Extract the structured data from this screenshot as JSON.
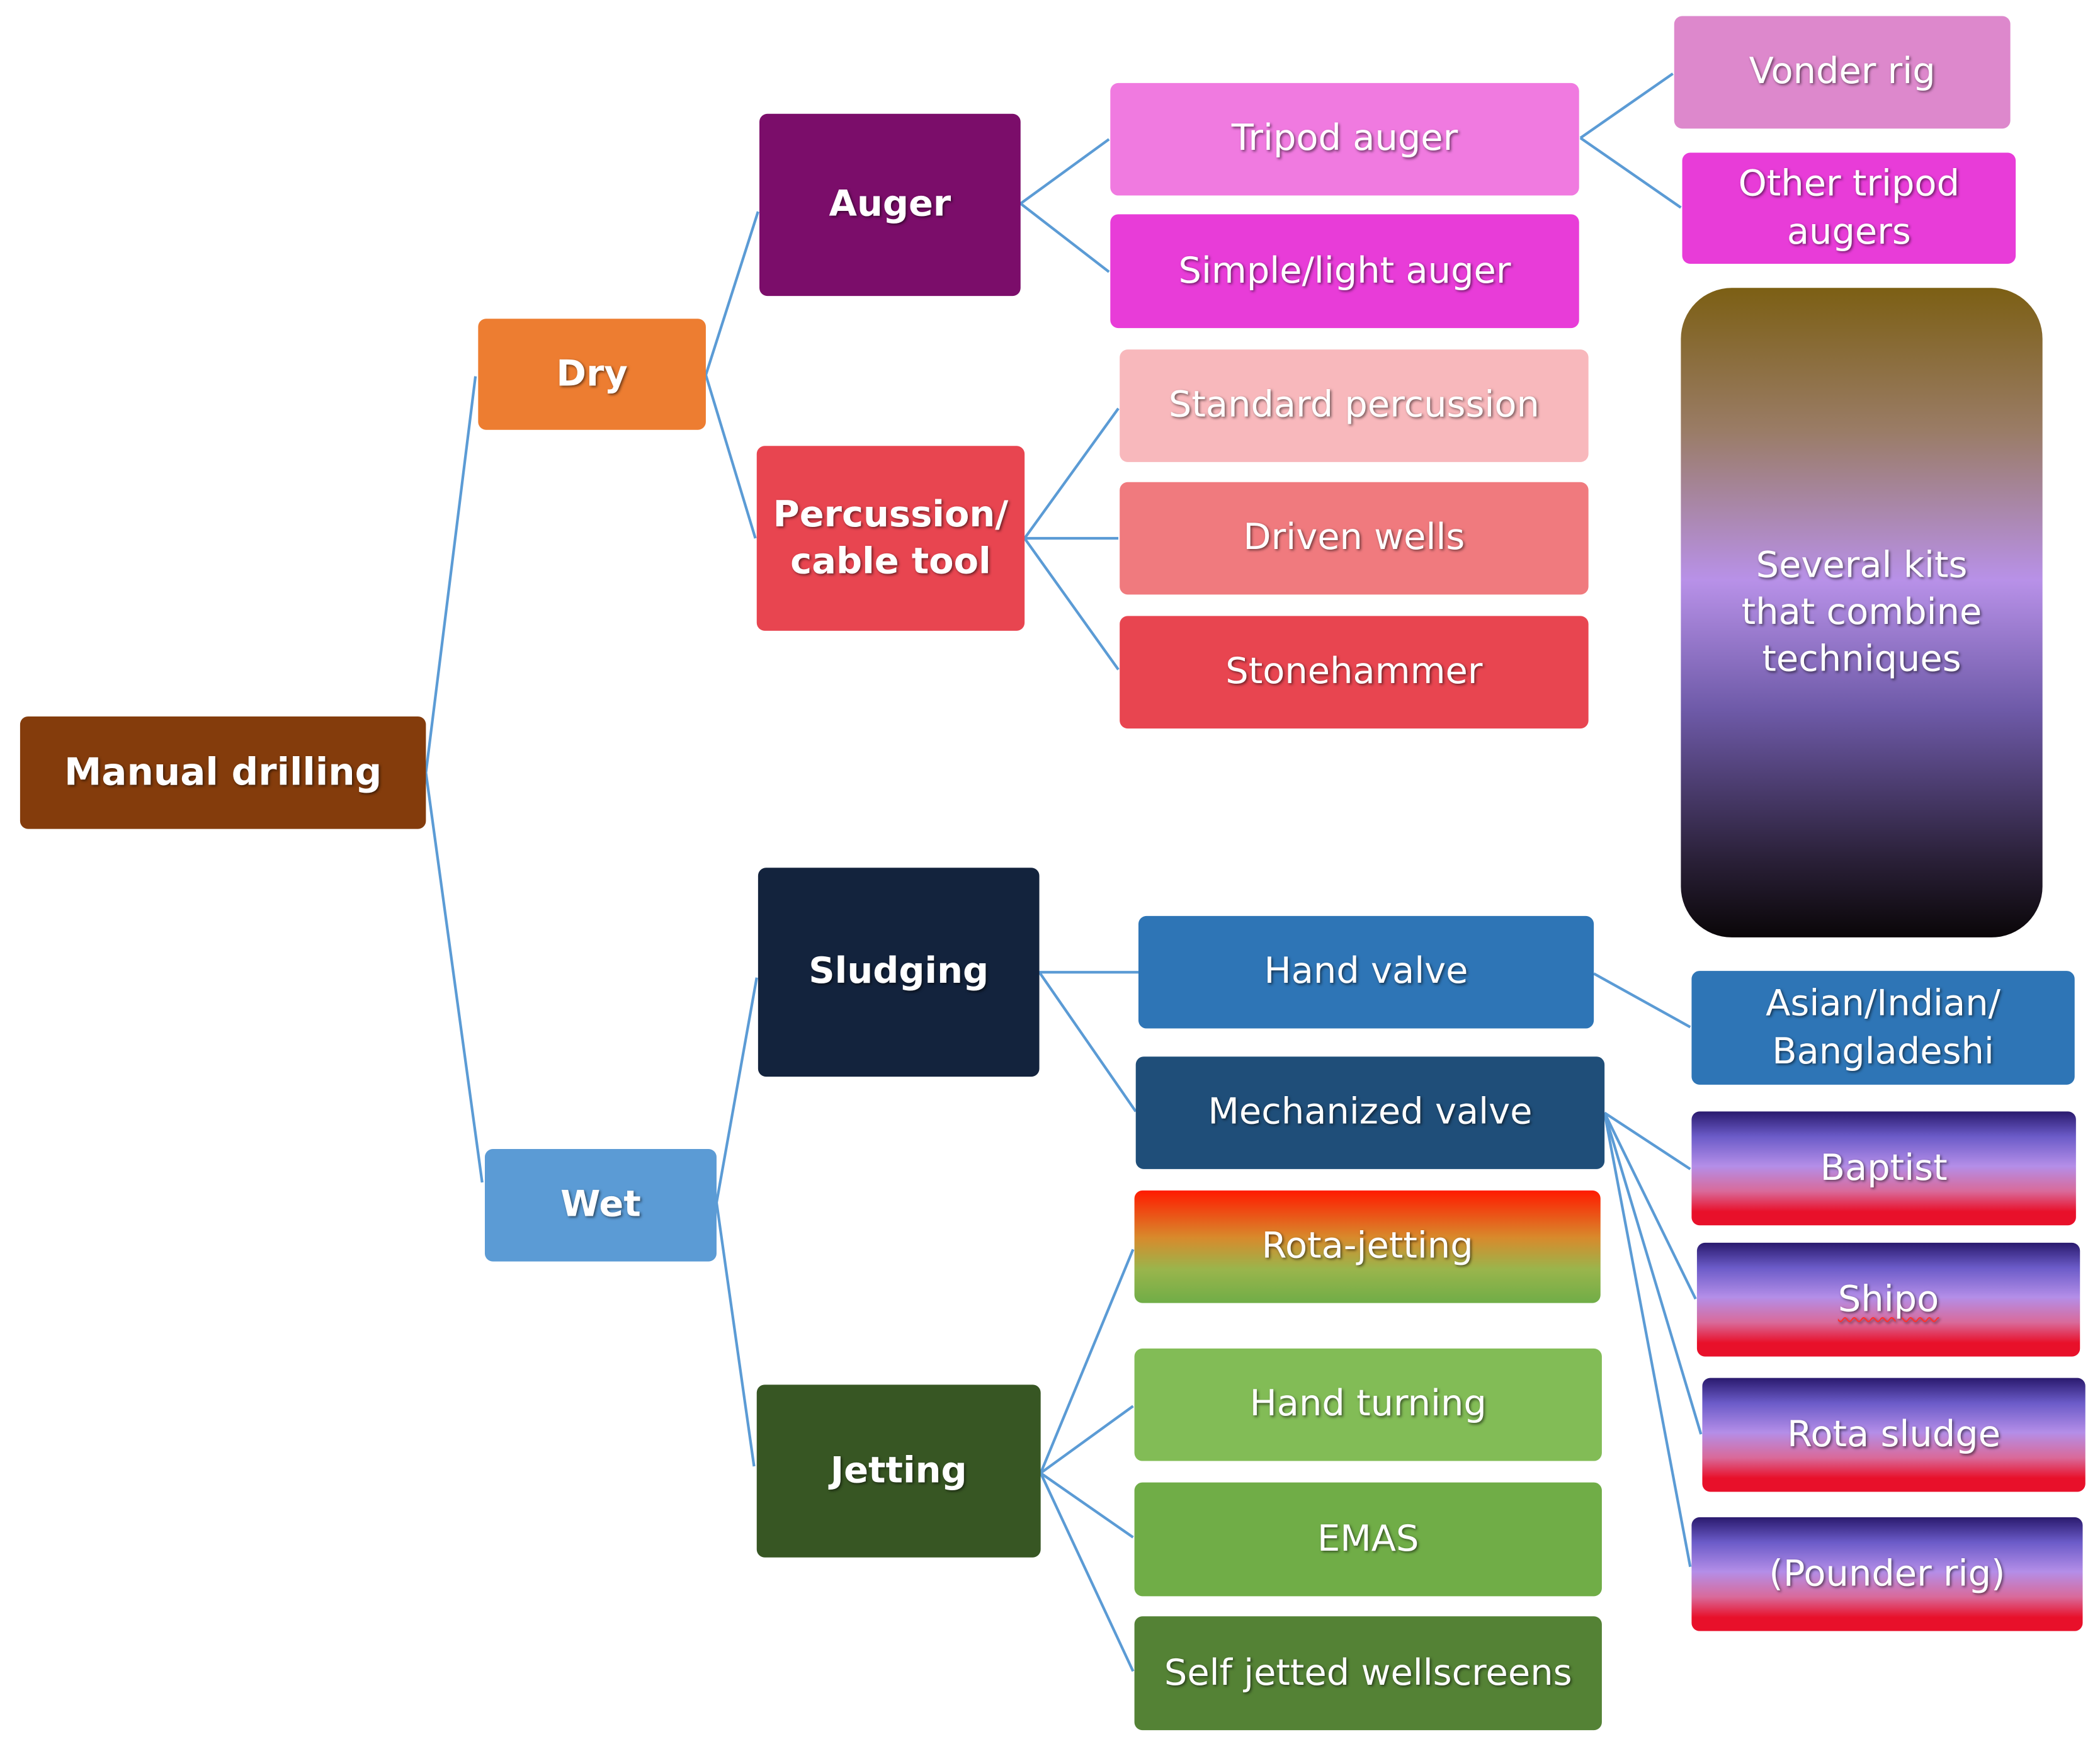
{
  "diagram": {
    "root": "Manual drilling",
    "level1": {
      "dry": "Dry",
      "wet": "Wet"
    },
    "level2": {
      "auger": "Auger",
      "percussion": "Percussion/ cable tool",
      "sludging": "Sludging",
      "jetting": "Jetting"
    },
    "level3": {
      "tripod_auger": "Tripod auger",
      "simple_auger": "Simple/light auger",
      "standard_percussion": "Standard percussion",
      "driven_wells": "Driven wells",
      "stonehammer": "Stonehammer",
      "hand_valve": "Hand valve",
      "mechanized_valve": "Mechanized valve",
      "rota_jetting": "Rota-jetting",
      "hand_turning": "Hand turning",
      "emas": "EMAS",
      "self_jetted": "Self jetted wellscreens"
    },
    "level4": {
      "vonder_rig": "Vonder rig",
      "other_tripod": "Other tripod augers",
      "kits": "Several kits that combine techniques",
      "asian": "Asian/Indian/ Bangladeshi",
      "baptist": "Baptist",
      "shipo": "Shipo",
      "rota_sludge": "Rota sludge",
      "pounder_rig": "(Pounder rig)"
    }
  },
  "colors": {
    "root": "#843c0c",
    "dry": "#ed7d31",
    "wet": "#5b9bd5",
    "auger": "#7b0d6a",
    "percussion": "#e84550",
    "sludging": "#13233d",
    "jetting": "#375623",
    "tripod_auger": "#f07ae0",
    "simple_auger": "#e83cd8",
    "vonder_rig": "#dd88cc",
    "other_tripod": "#e83cd8",
    "standard_percussion": "#f8b8bc",
    "driven_wells": "#f07a7e",
    "stonehammer": "#e84550",
    "hand_valve": "#2e75b6",
    "mechanized_valve": "#1f4e79",
    "asian": "#2e75b6",
    "hand_turning": "#82bc56",
    "emas": "#70ad47",
    "self_jetted": "#548235",
    "connector": "#5b9bd5"
  }
}
